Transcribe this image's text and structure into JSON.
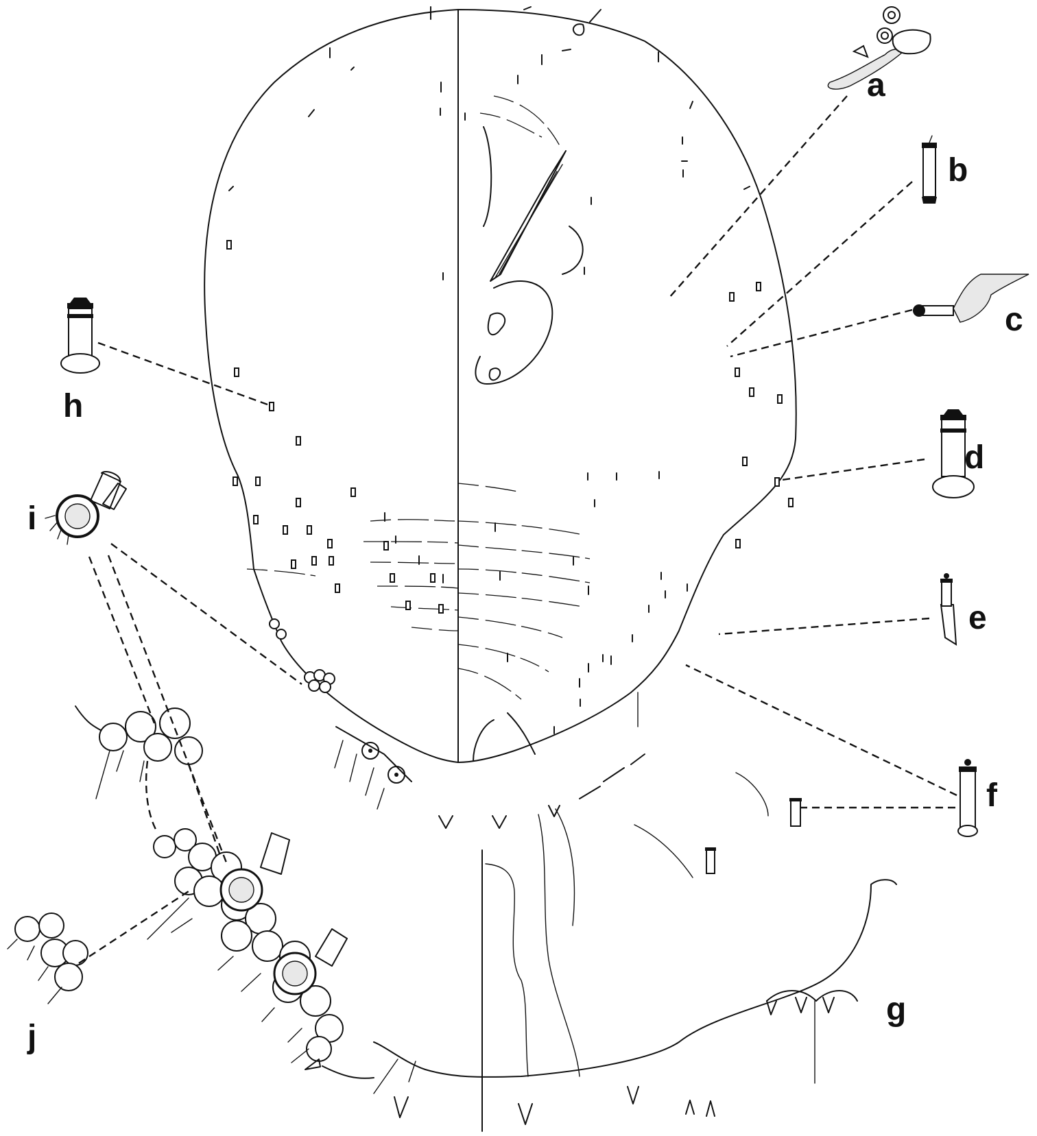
{
  "figure": {
    "panel_labels": [
      "a",
      "b",
      "c",
      "d",
      "e",
      "f",
      "g",
      "h",
      "i",
      "j"
    ]
  }
}
